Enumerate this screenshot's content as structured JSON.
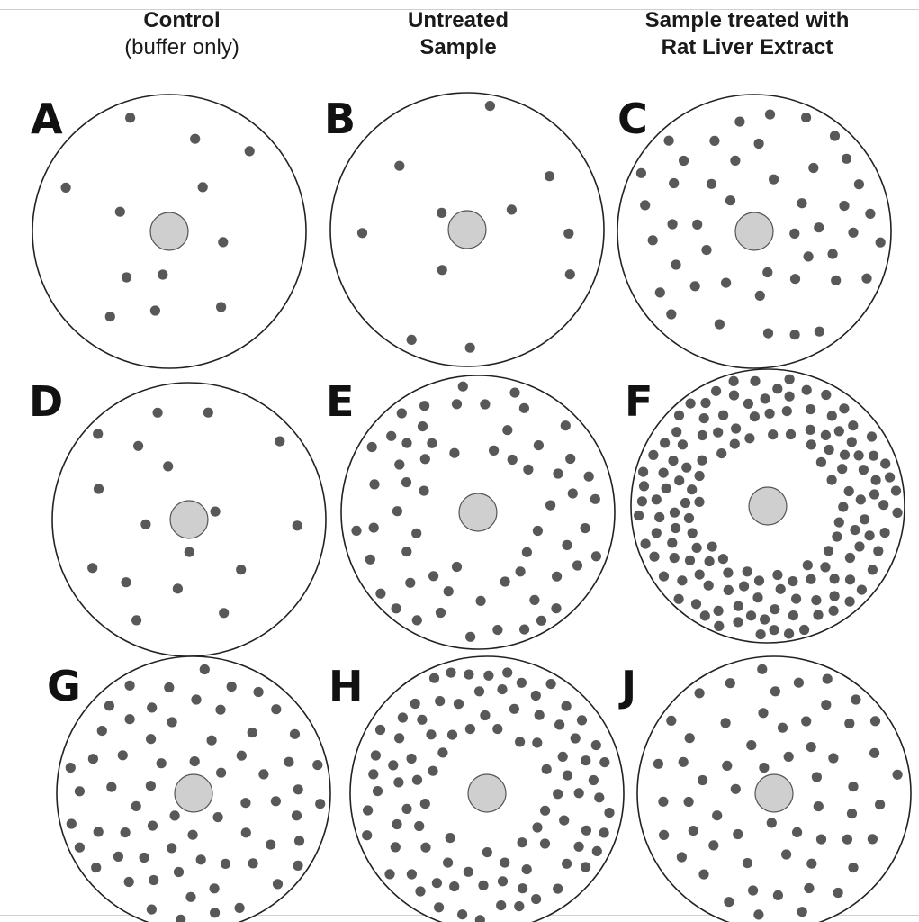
{
  "headers": {
    "control": {
      "line1": "Control",
      "line2": "(buffer only)"
    },
    "untreated": {
      "line1": "Untreated",
      "line2": "Sample"
    },
    "treated": {
      "line1": "Sample treated with",
      "line2": "Rat Liver Extract"
    }
  },
  "plates": [
    {
      "letter": "A",
      "row": 0,
      "col": 0,
      "colony_count": 12,
      "pattern": "sparse"
    },
    {
      "letter": "B",
      "row": 0,
      "col": 1,
      "colony_count": 11,
      "pattern": "sparse"
    },
    {
      "letter": "C",
      "row": 0,
      "col": 2,
      "colony_count": 45,
      "pattern": "scattered"
    },
    {
      "letter": "D",
      "row": 1,
      "col": 0,
      "colony_count": 17,
      "pattern": "sparse"
    },
    {
      "letter": "E",
      "row": 1,
      "col": 1,
      "colony_count": 60,
      "pattern": "ring"
    },
    {
      "letter": "F",
      "row": 1,
      "col": 2,
      "colony_count": 140,
      "pattern": "dense-ring"
    },
    {
      "letter": "G",
      "row": 2,
      "col": 0,
      "colony_count": 75,
      "pattern": "scattered"
    },
    {
      "letter": "H",
      "row": 2,
      "col": 1,
      "colony_count": 90,
      "pattern": "ring"
    },
    {
      "letter": "J",
      "row": 2,
      "col": 2,
      "colony_count": 58,
      "pattern": "scattered"
    }
  ],
  "colors": {
    "colony": "#585858",
    "well": "#cfcfcf",
    "outline": "#222222"
  }
}
